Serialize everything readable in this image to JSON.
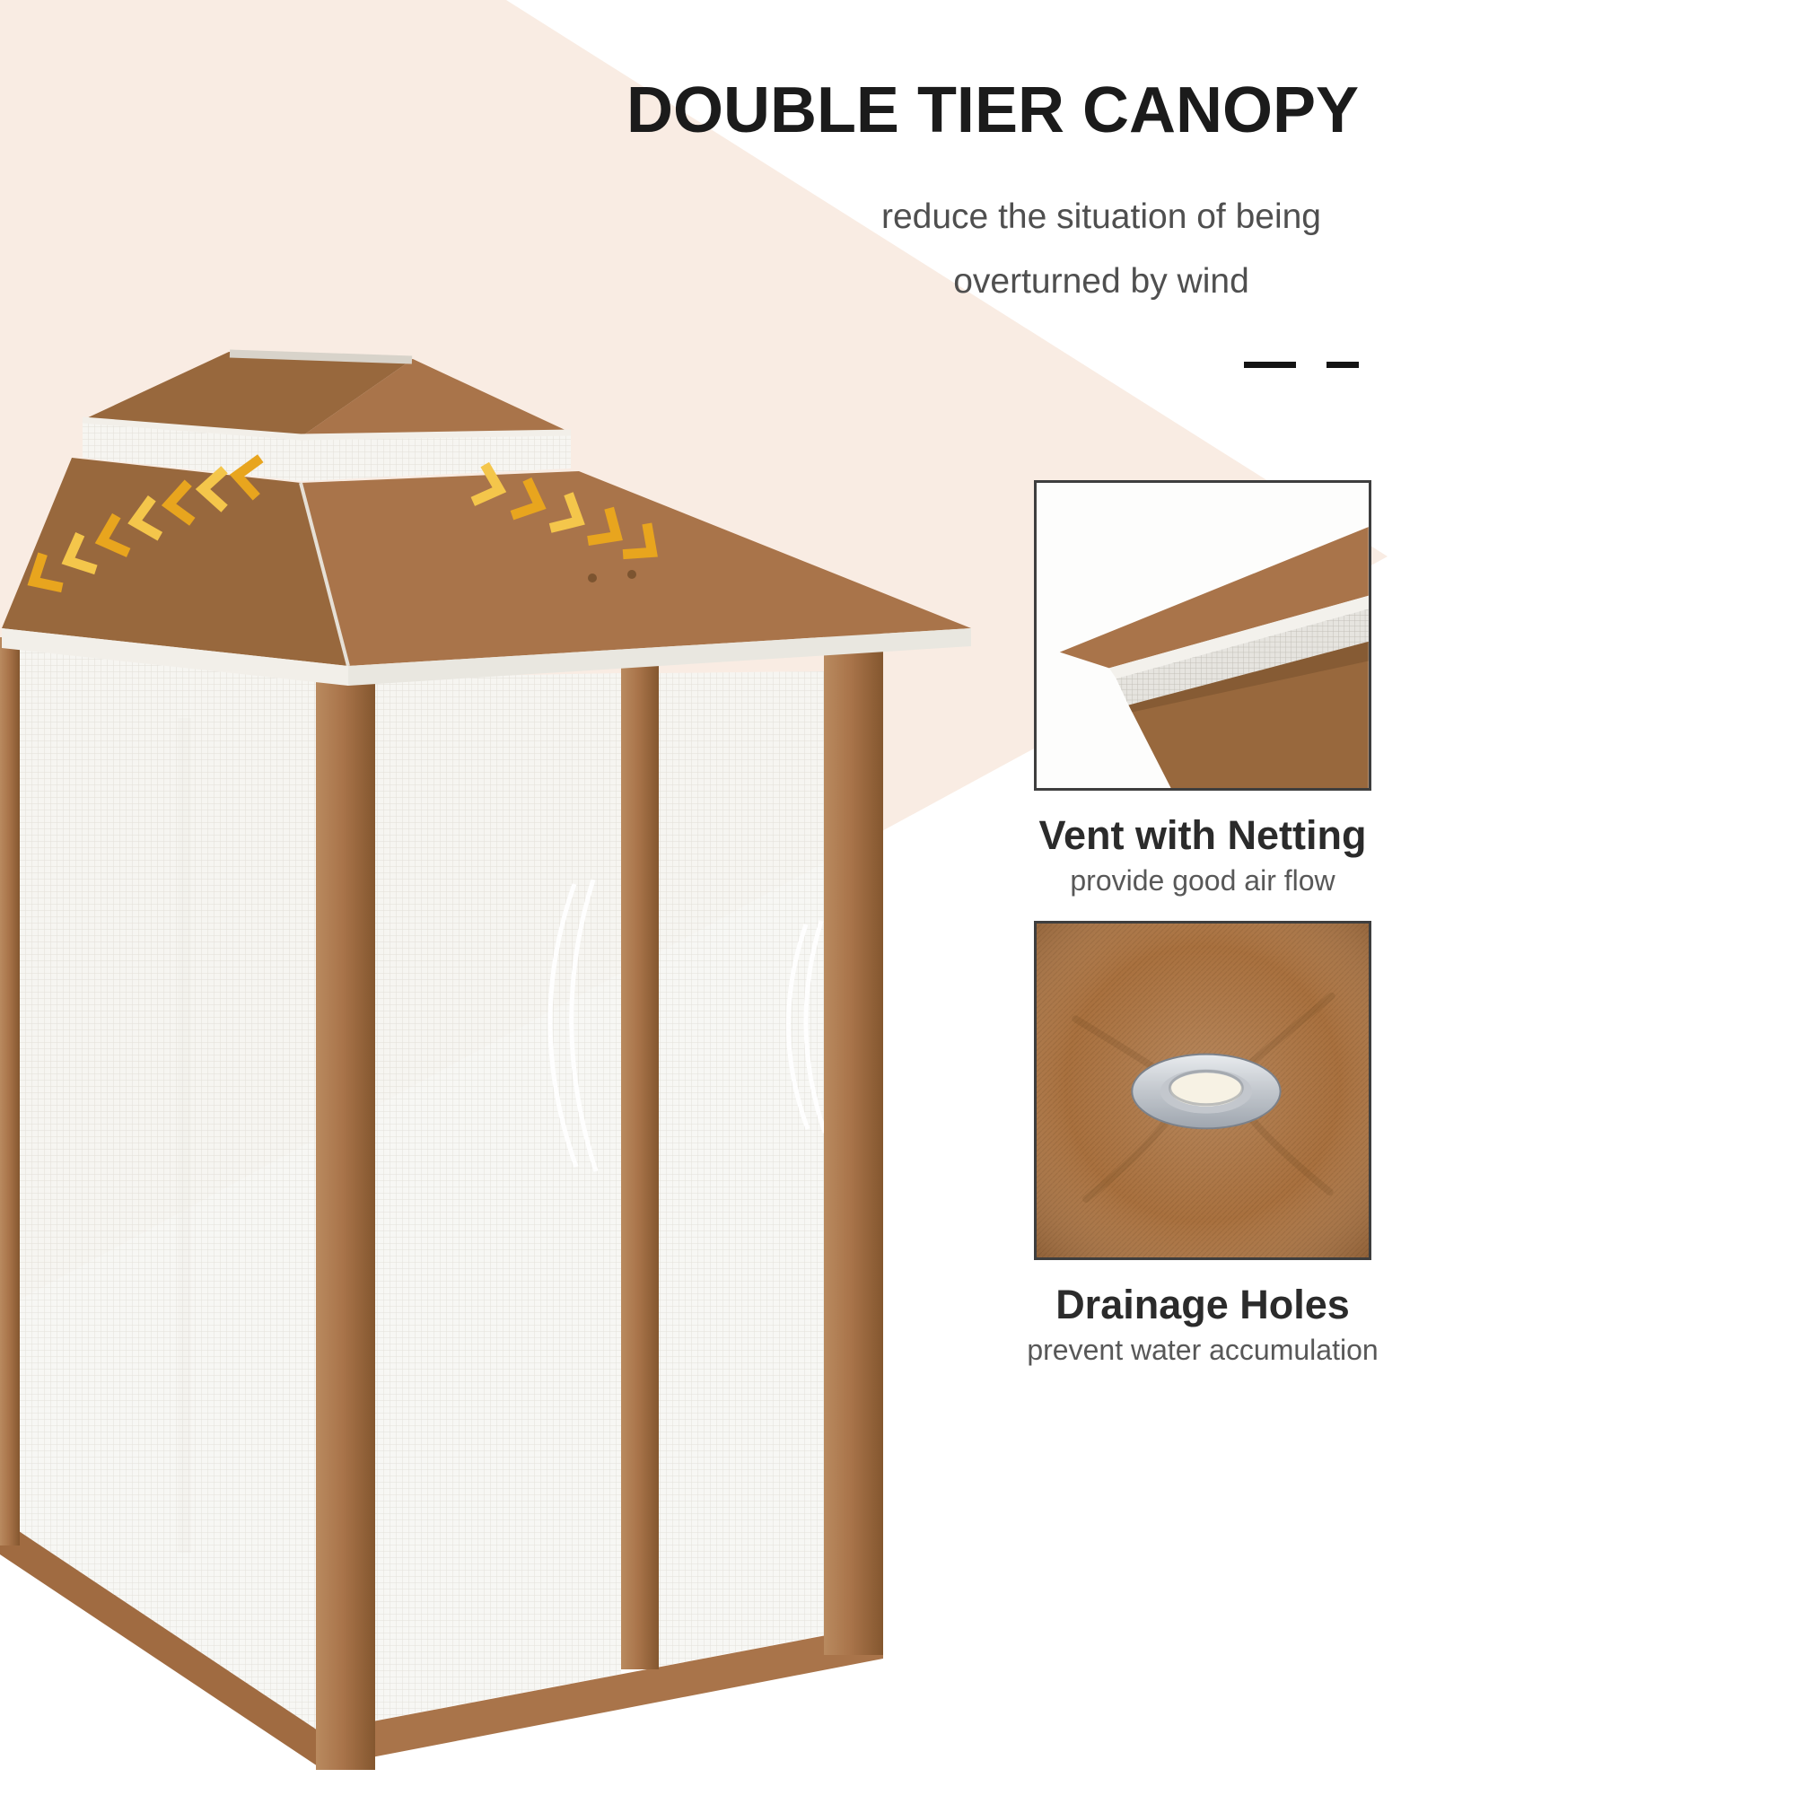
{
  "colors": {
    "bg": "#ffffff",
    "blush": "#f9ece3",
    "canopy": "#a9744a",
    "canopy-dark": "#98683d",
    "canopy-light": "#b07a4e",
    "arrow": "#e8a51e",
    "arrow-light": "#f4c64b",
    "text-dark": "#1b1b1b",
    "text-gray": "#4f4f4f",
    "card-border": "#3e3e3e"
  },
  "header": {
    "title": "DOUBLE TIER CANOPY",
    "subtitle": [
      "reduce the situation of being",
      "overturned by wind"
    ]
  },
  "features": [
    {
      "title": "Vent with Netting",
      "description": "provide good air flow"
    },
    {
      "title": "Drainage Holes",
      "description": "prevent water accumulation"
    }
  ],
  "icons": {
    "dashes": "dash-icon"
  }
}
